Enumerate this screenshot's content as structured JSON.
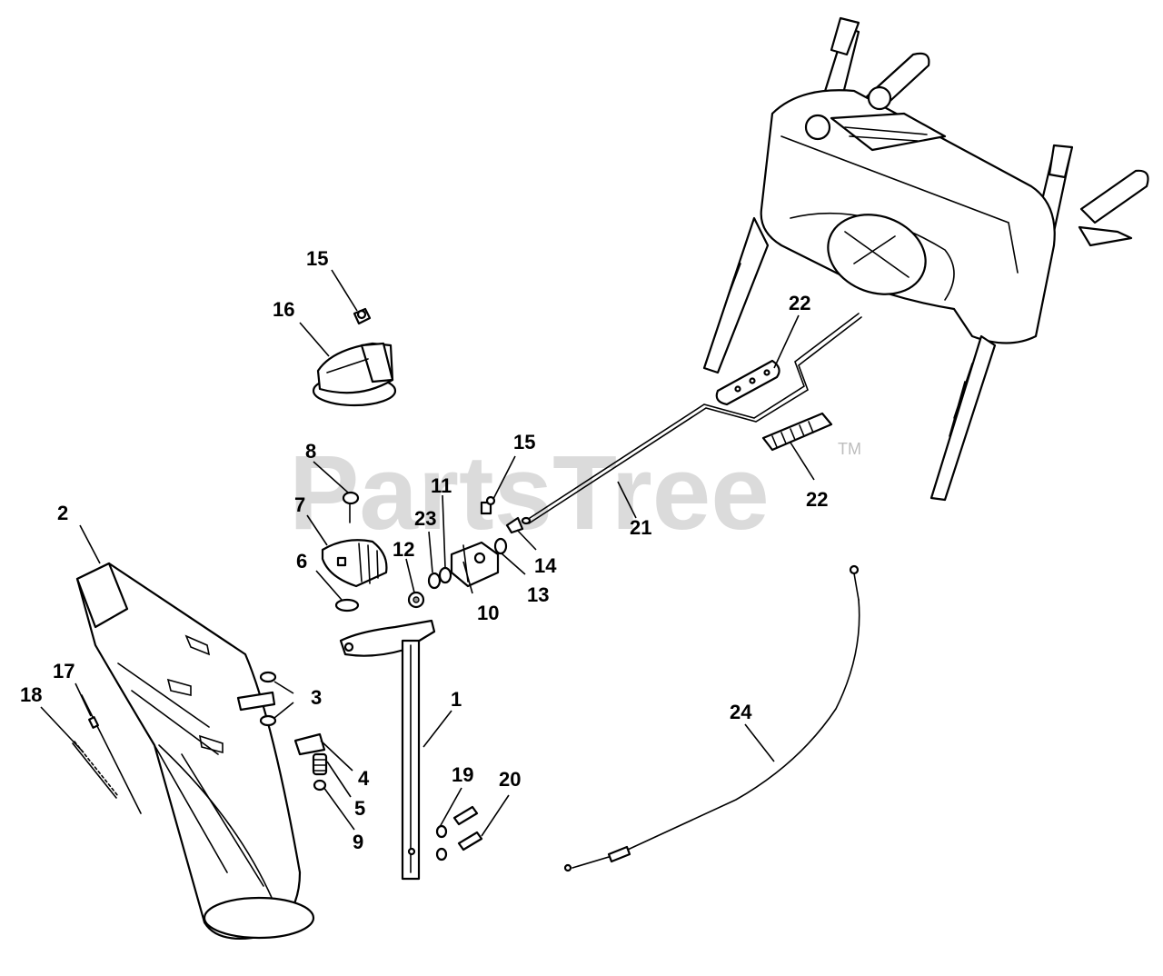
{
  "watermark": {
    "text": "PartsTree",
    "trademark": "TM"
  },
  "callouts": {
    "c1": "1",
    "c2": "2",
    "c3": "3",
    "c4": "4",
    "c5": "5",
    "c6": "6",
    "c7": "7",
    "c8": "8",
    "c9": "9",
    "c10": "10",
    "c11": "11",
    "c12": "12",
    "c13": "13",
    "c14": "14",
    "c15a": "15",
    "c15b": "15",
    "c16": "16",
    "c17": "17",
    "c18": "18",
    "c19": "19",
    "c20": "20",
    "c21": "21",
    "c22a": "22",
    "c22b": "22",
    "c23": "23",
    "c24": "24"
  }
}
